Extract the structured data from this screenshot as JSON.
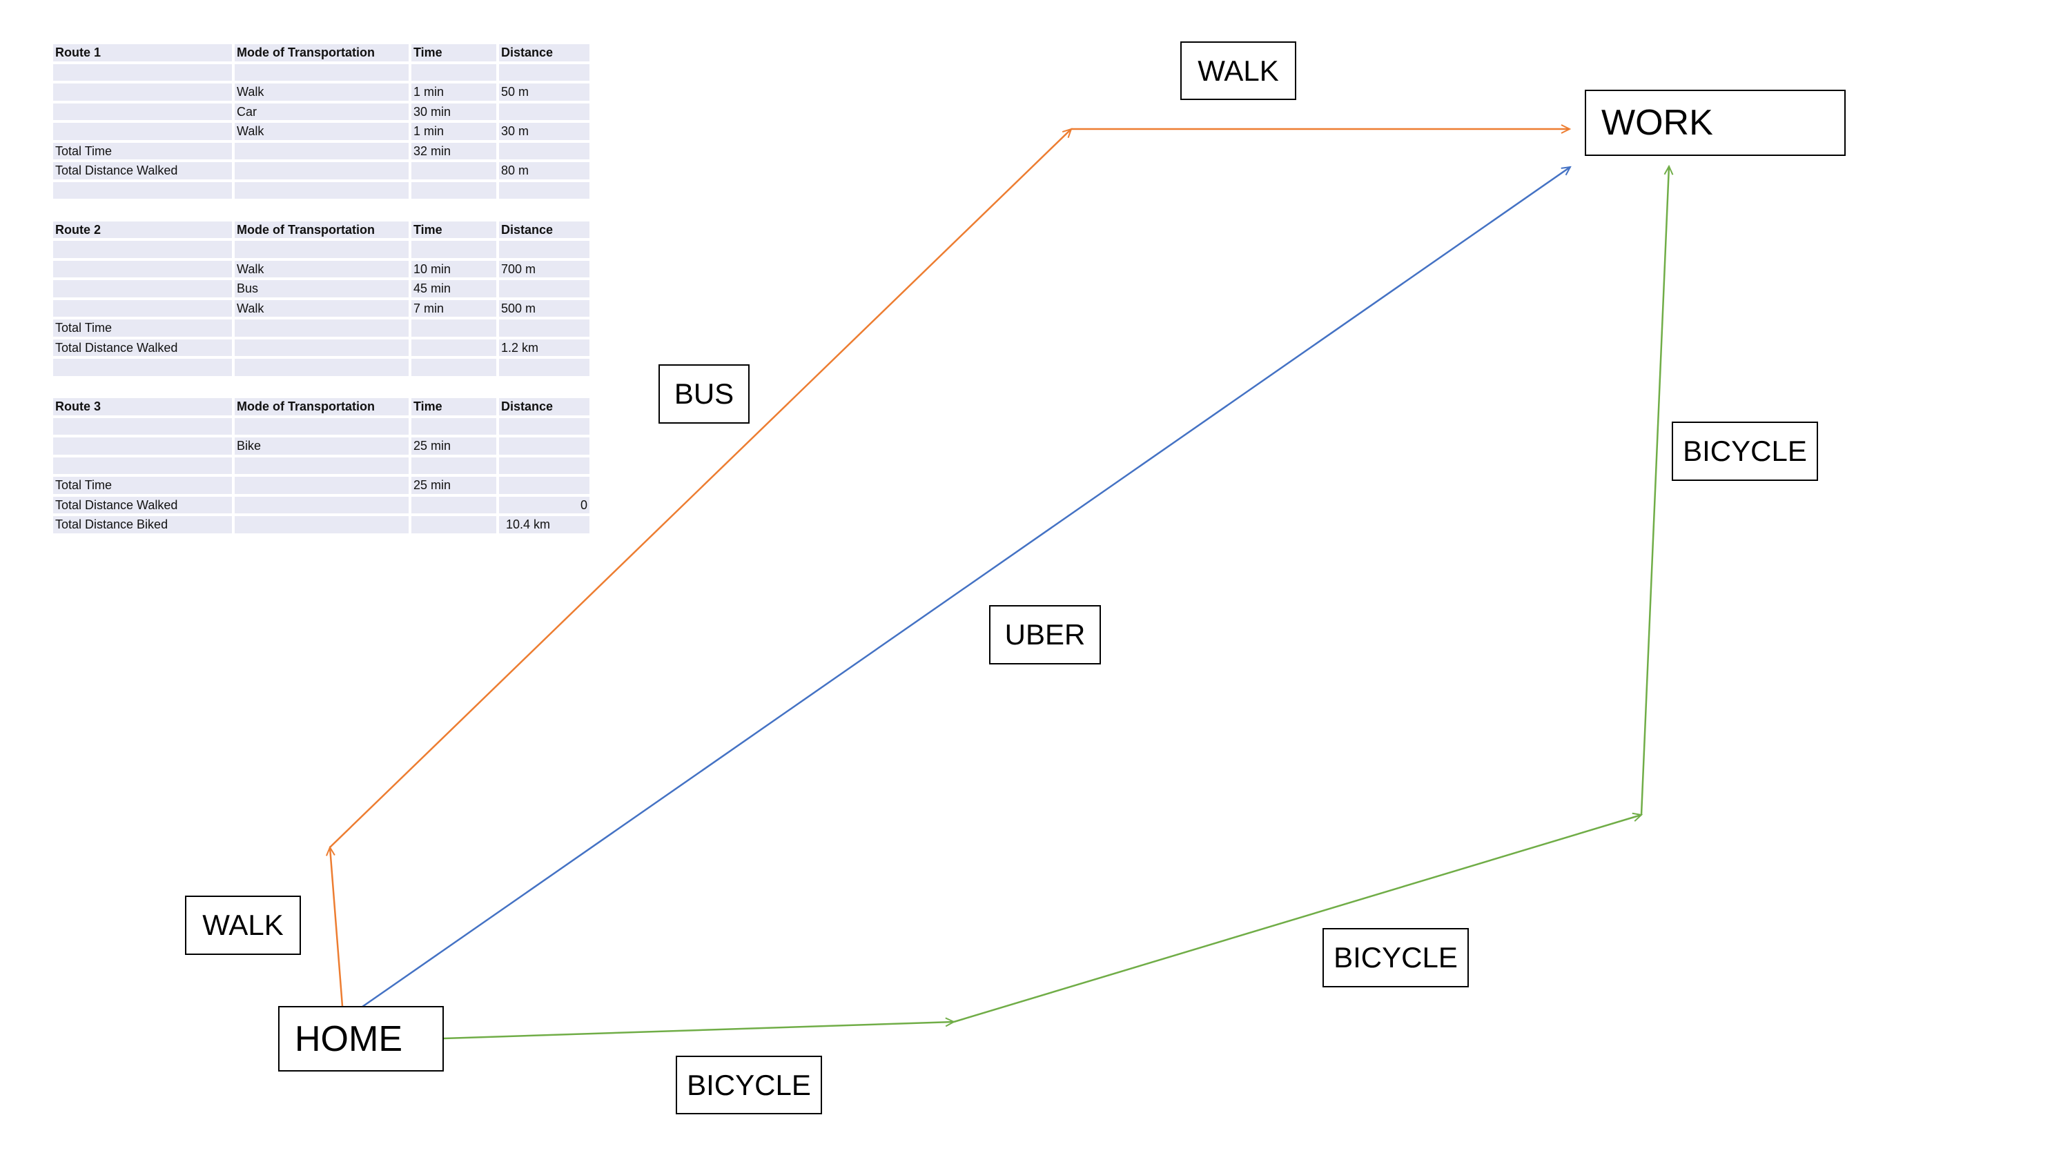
{
  "table": {
    "sections": [
      {
        "header": [
          "Route 1",
          "Mode of Transportation",
          "Time",
          "Distance"
        ],
        "rows": [
          [
            "",
            "",
            "",
            ""
          ],
          [
            "",
            "Walk",
            "1 min",
            "50 m"
          ],
          [
            "",
            "Car",
            "30 min",
            ""
          ],
          [
            "",
            "Walk",
            "1 min",
            "30 m"
          ],
          [
            "Total Time",
            "",
            "32 min",
            ""
          ],
          [
            "Total Distance Walked",
            "",
            "",
            "80 m"
          ],
          [
            "",
            "",
            "",
            ""
          ]
        ]
      },
      {
        "header": [
          "Route 2",
          "Mode of Transportation",
          "Time",
          "Distance"
        ],
        "rows": [
          [
            "",
            "",
            "",
            ""
          ],
          [
            "",
            "Walk",
            "10 min",
            "700 m"
          ],
          [
            "",
            "Bus",
            "45 min",
            ""
          ],
          [
            "",
            "Walk",
            "7 min",
            "500 m"
          ],
          [
            "Total Time",
            "",
            "",
            ""
          ],
          [
            "Total Distance Walked",
            "",
            "",
            "1.2 km"
          ],
          [
            "",
            "",
            "",
            ""
          ]
        ]
      },
      {
        "header": [
          "Route 3",
          "Mode of Transportation",
          "Time",
          "Distance"
        ],
        "rows": [
          [
            "",
            "",
            "",
            ""
          ],
          [
            "",
            "Bike",
            "25 min",
            ""
          ],
          [
            "",
            "",
            "",
            ""
          ],
          [
            "Total Time",
            "",
            "25 min",
            ""
          ],
          [
            "Total Distance Walked",
            "",
            "",
            "0"
          ],
          [
            "Total Distance Biked",
            "",
            "",
            "10.4 km"
          ]
        ]
      }
    ]
  },
  "nodes": {
    "home": "HOME",
    "work": "WORK"
  },
  "edge_labels": {
    "walk_top": "WALK",
    "bus": "BUS",
    "uber": "UBER",
    "walk_left": "WALK",
    "bicycle_right": "BICYCLE",
    "bicycle_mid": "BICYCLE",
    "bicycle_bottom": "BICYCLE"
  },
  "colors": {
    "bus_route": "#ed7d31",
    "uber_route": "#4472c4",
    "bicycle_route": "#70ad47",
    "table_cell": "#e8e9f4"
  }
}
